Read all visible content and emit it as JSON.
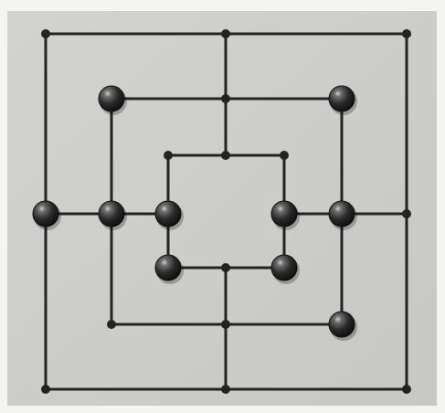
{
  "game": {
    "name": "",
    "board": {
      "squares": 3,
      "lines": "black",
      "background_color": "#cfcfcf",
      "line_color": "#232323"
    },
    "intersections": [
      {
        "id": "a1",
        "ring": "outer",
        "pos": "top-left"
      },
      {
        "id": "a2",
        "ring": "outer",
        "pos": "top-mid"
      },
      {
        "id": "a3",
        "ring": "outer",
        "pos": "top-right"
      },
      {
        "id": "a4",
        "ring": "outer",
        "pos": "mid-right"
      },
      {
        "id": "a5",
        "ring": "outer",
        "pos": "bottom-right"
      },
      {
        "id": "a6",
        "ring": "outer",
        "pos": "bottom-mid"
      },
      {
        "id": "a7",
        "ring": "outer",
        "pos": "bottom-left"
      },
      {
        "id": "a8",
        "ring": "outer",
        "pos": "mid-left"
      },
      {
        "id": "b1",
        "ring": "middle",
        "pos": "top-left"
      },
      {
        "id": "b2",
        "ring": "middle",
        "pos": "top-mid"
      },
      {
        "id": "b3",
        "ring": "middle",
        "pos": "top-right"
      },
      {
        "id": "b4",
        "ring": "middle",
        "pos": "mid-right"
      },
      {
        "id": "b5",
        "ring": "middle",
        "pos": "bottom-right"
      },
      {
        "id": "b6",
        "ring": "middle",
        "pos": "bottom-mid"
      },
      {
        "id": "b7",
        "ring": "middle",
        "pos": "bottom-left"
      },
      {
        "id": "b8",
        "ring": "middle",
        "pos": "mid-left"
      },
      {
        "id": "c1",
        "ring": "inner",
        "pos": "top-left"
      },
      {
        "id": "c2",
        "ring": "inner",
        "pos": "top-mid"
      },
      {
        "id": "c3",
        "ring": "inner",
        "pos": "top-right"
      },
      {
        "id": "c4",
        "ring": "inner",
        "pos": "mid-right"
      },
      {
        "id": "c5",
        "ring": "inner",
        "pos": "bottom-right"
      },
      {
        "id": "c6",
        "ring": "inner",
        "pos": "bottom-mid"
      },
      {
        "id": "c7",
        "ring": "inner",
        "pos": "bottom-left"
      },
      {
        "id": "c8",
        "ring": "inner",
        "pos": "mid-left"
      }
    ],
    "pieces": [
      {
        "at": "a8",
        "color": "black"
      },
      {
        "at": "b1",
        "color": "black"
      },
      {
        "at": "b3",
        "color": "black"
      },
      {
        "at": "b4",
        "color": "black"
      },
      {
        "at": "b5",
        "color": "black"
      },
      {
        "at": "b8",
        "color": "black"
      },
      {
        "at": "c4",
        "color": "black"
      },
      {
        "at": "c5",
        "color": "black"
      },
      {
        "at": "c7",
        "color": "black"
      },
      {
        "at": "c8",
        "color": "black"
      }
    ]
  }
}
